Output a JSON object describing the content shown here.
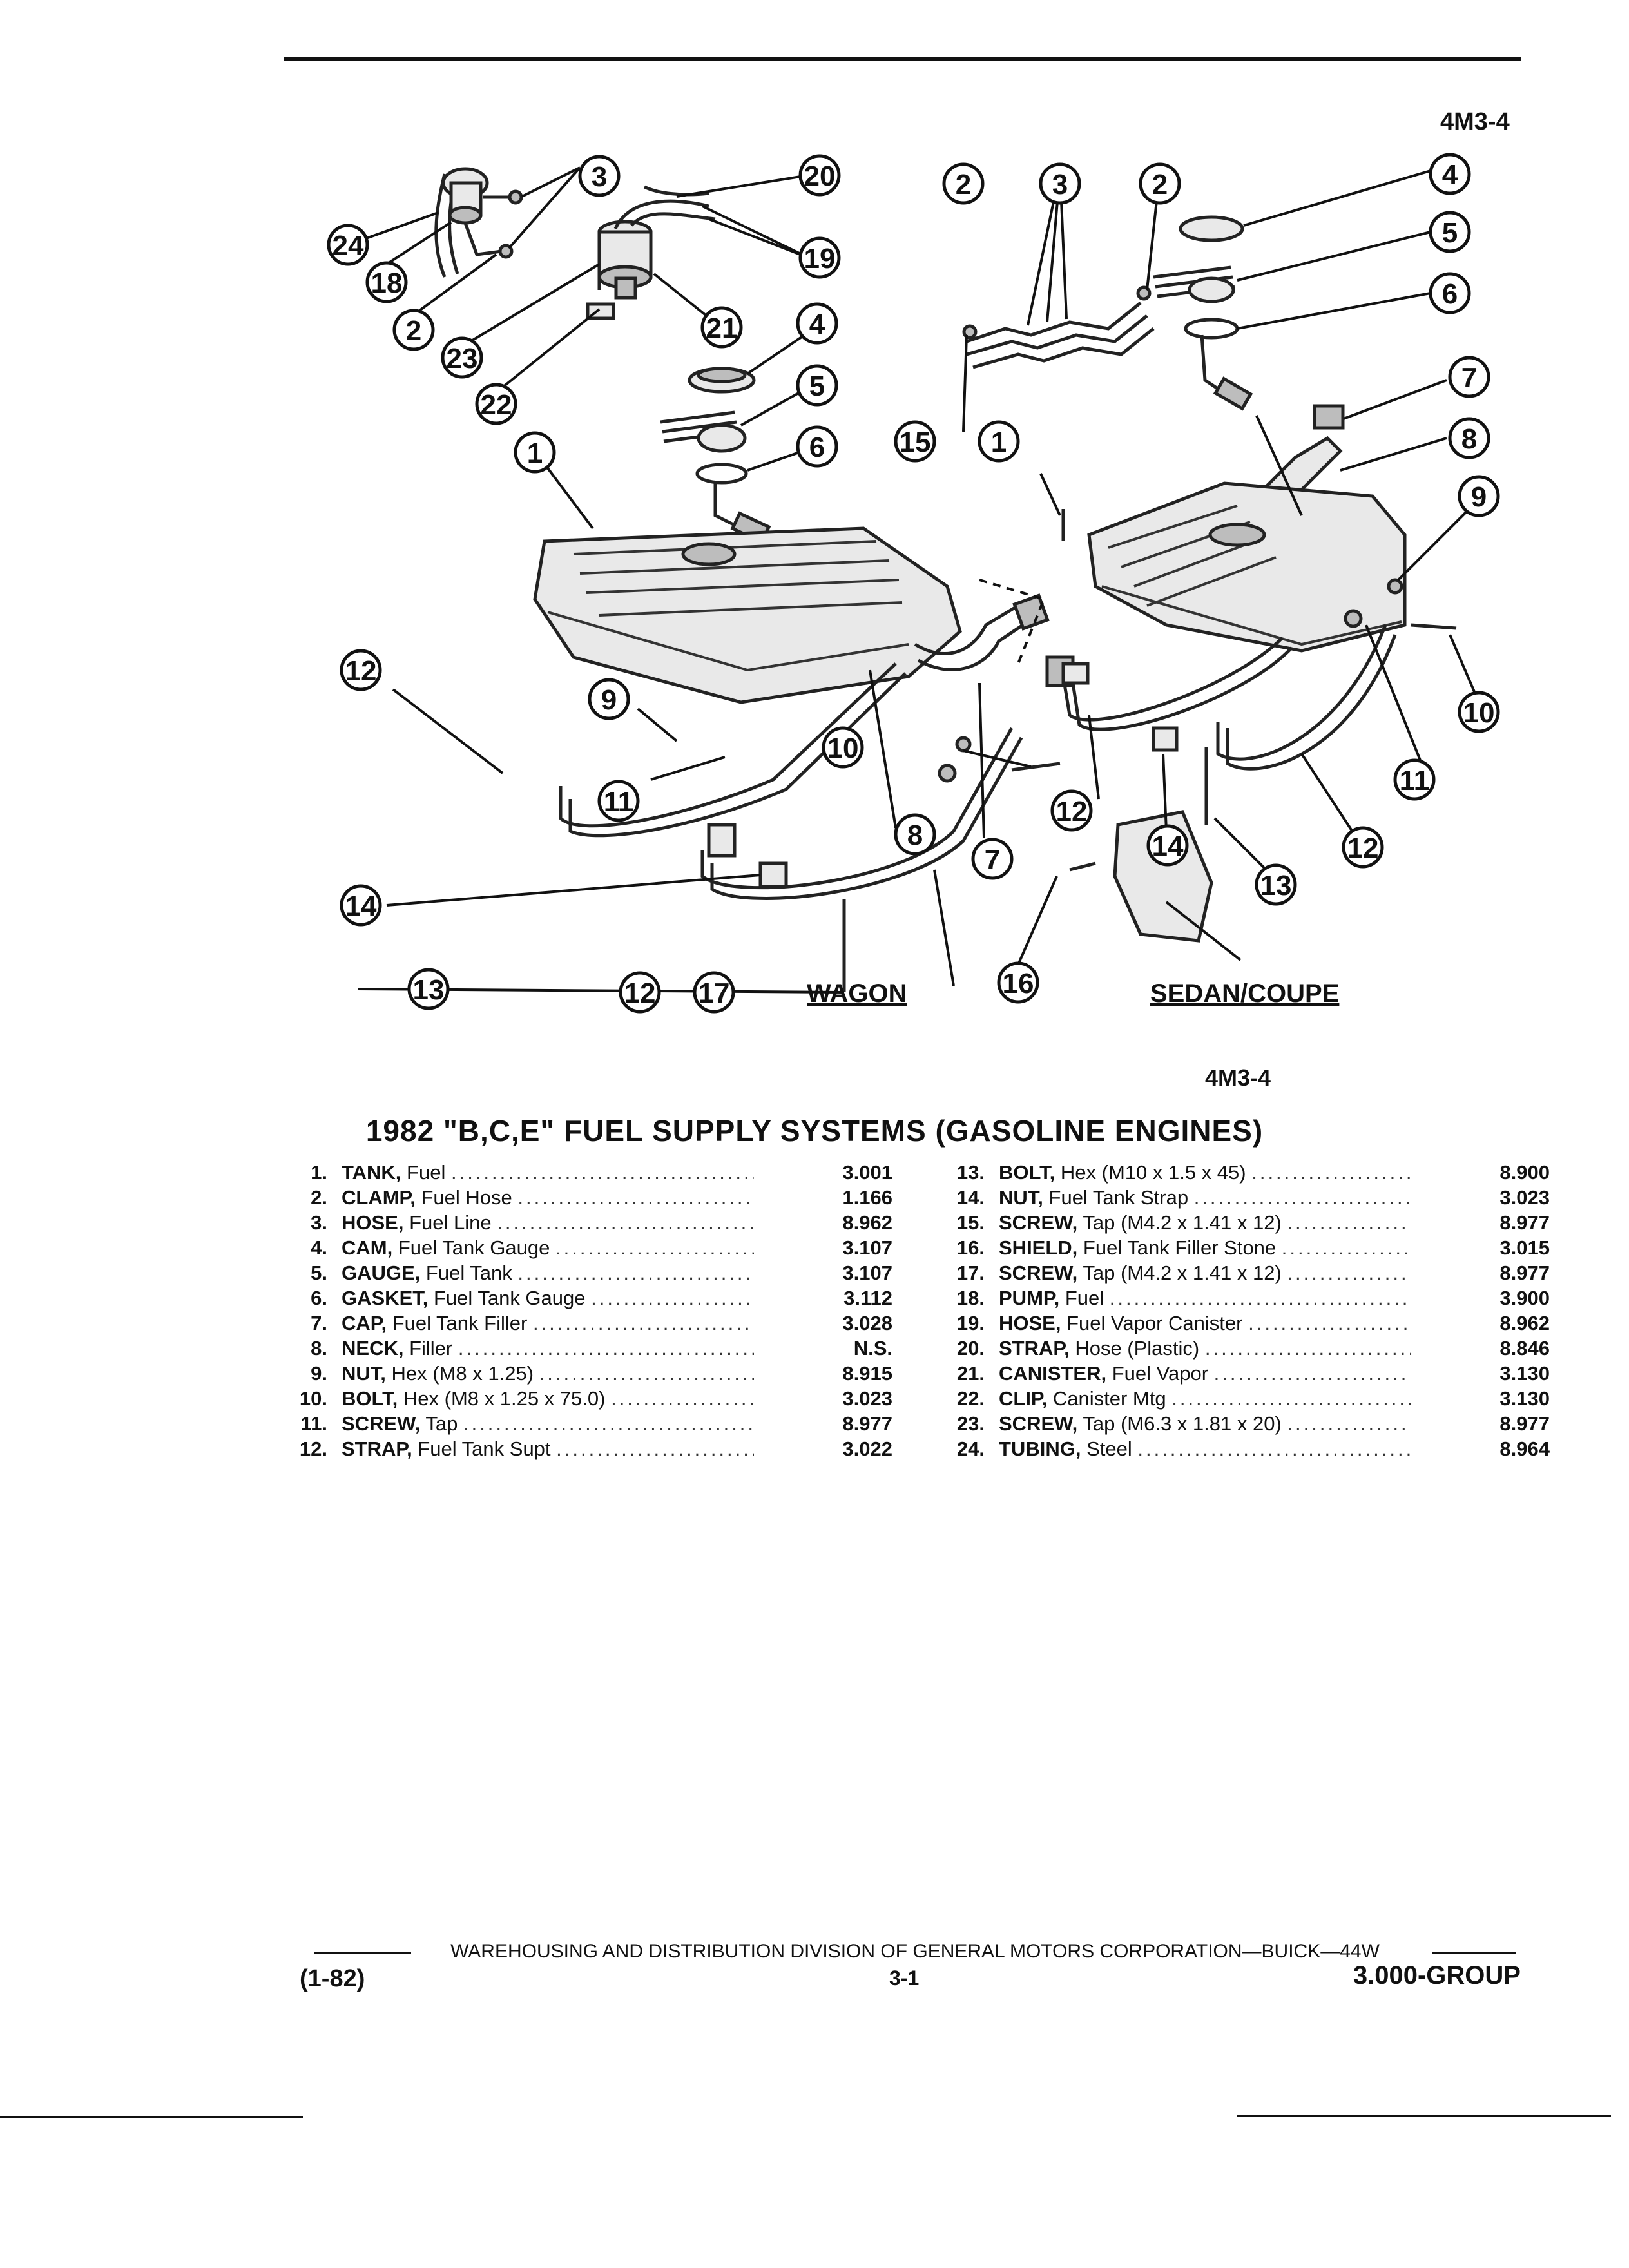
{
  "header": {
    "page_code": "4M3-4"
  },
  "figure": {
    "code": "4M3-4",
    "view_wagon": "WAGON",
    "view_sedan": "SEDAN/COUPE",
    "callouts": [
      "1",
      "2",
      "3",
      "4",
      "5",
      "6",
      "7",
      "8",
      "9",
      "10",
      "11",
      "12",
      "13",
      "14",
      "15",
      "16",
      "17",
      "18",
      "19",
      "20",
      "21",
      "22",
      "23",
      "24"
    ]
  },
  "parts_list": {
    "title": "1982 \"B,C,E\" FUEL SUPPLY SYSTEMS (GASOLINE ENGINES)",
    "left": [
      {
        "num": "1.",
        "name": "TANK,",
        "desc": "Fuel",
        "code": "3.001"
      },
      {
        "num": "2.",
        "name": "CLAMP,",
        "desc": "Fuel Hose",
        "code": "1.166"
      },
      {
        "num": "3.",
        "name": "HOSE,",
        "desc": "Fuel Line",
        "code": "8.962"
      },
      {
        "num": "4.",
        "name": "CAM,",
        "desc": "Fuel Tank Gauge",
        "code": "3.107"
      },
      {
        "num": "5.",
        "name": "GAUGE,",
        "desc": "Fuel Tank",
        "code": "3.107"
      },
      {
        "num": "6.",
        "name": "GASKET,",
        "desc": "Fuel Tank Gauge",
        "code": "3.112"
      },
      {
        "num": "7.",
        "name": "CAP,",
        "desc": "Fuel Tank Filler",
        "code": "3.028"
      },
      {
        "num": "8.",
        "name": "NECK,",
        "desc": "Filler",
        "code": "N.S."
      },
      {
        "num": "9.",
        "name": "NUT,",
        "desc": "Hex (M8 x 1.25)",
        "code": "8.915"
      },
      {
        "num": "10.",
        "name": "BOLT,",
        "desc": "Hex (M8 x 1.25 x 75.0)",
        "code": "3.023"
      },
      {
        "num": "11.",
        "name": "SCREW,",
        "desc": "Tap",
        "code": "8.977"
      },
      {
        "num": "12.",
        "name": "STRAP,",
        "desc": "Fuel Tank Supt",
        "code": "3.022"
      }
    ],
    "right": [
      {
        "num": "13.",
        "name": "BOLT,",
        "desc": "Hex (M10 x 1.5 x 45)",
        "code": "8.900"
      },
      {
        "num": "14.",
        "name": "NUT,",
        "desc": "Fuel Tank Strap",
        "code": "3.023"
      },
      {
        "num": "15.",
        "name": "SCREW,",
        "desc": "Tap (M4.2 x 1.41 x 12)",
        "code": "8.977"
      },
      {
        "num": "16.",
        "name": "SHIELD,",
        "desc": "Fuel Tank Filler Stone",
        "code": "3.015"
      },
      {
        "num": "17.",
        "name": "SCREW,",
        "desc": "Tap (M4.2 x 1.41 x 12)",
        "code": "8.977"
      },
      {
        "num": "18.",
        "name": "PUMP,",
        "desc": "Fuel",
        "code": "3.900"
      },
      {
        "num": "19.",
        "name": "HOSE,",
        "desc": "Fuel Vapor Canister",
        "code": "8.962"
      },
      {
        "num": "20.",
        "name": "STRAP,",
        "desc": "Hose (Plastic)",
        "code": "8.846"
      },
      {
        "num": "21.",
        "name": "CANISTER,",
        "desc": "Fuel Vapor",
        "code": "3.130"
      },
      {
        "num": "22.",
        "name": "CLIP,",
        "desc": "Canister Mtg",
        "code": "3.130"
      },
      {
        "num": "23.",
        "name": "SCREW,",
        "desc": "Tap (M6.3 x 1.81 x 20)",
        "code": "8.977"
      },
      {
        "num": "24.",
        "name": "TUBING,",
        "desc": "Steel",
        "code": "8.964"
      }
    ]
  },
  "footer": {
    "division": "WAREHOUSING AND DISTRIBUTION  DIVISION OF GENERAL MOTORS CORPORATION—BUICK—44W",
    "date": "(1-82)",
    "page": "3-1",
    "group": "3.000-GROUP"
  }
}
